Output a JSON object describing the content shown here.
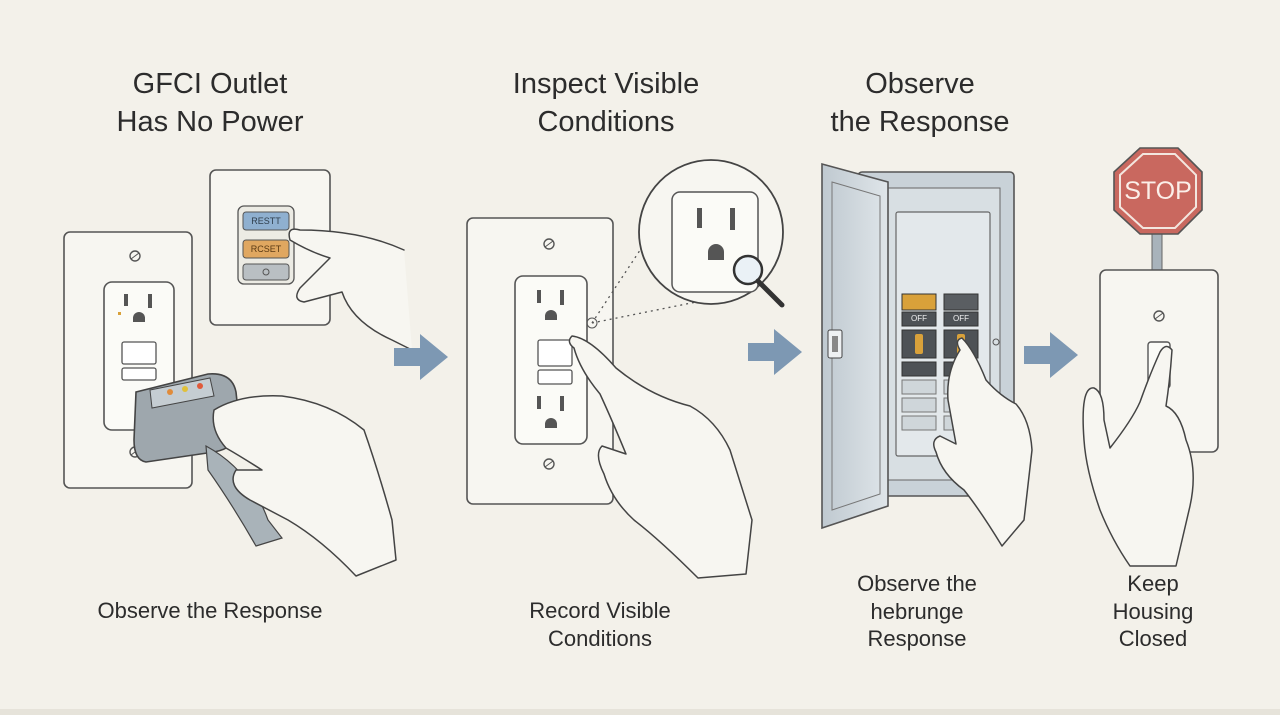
{
  "steps": [
    {
      "title": [
        "GFCI Outlet",
        "Has No Power"
      ],
      "caption": [
        "Observe the Response"
      ],
      "buttons": {
        "test": "RESTT",
        "reset": "RCSET"
      }
    },
    {
      "title": [
        "Inspect Visible",
        "Conditions"
      ],
      "caption": [
        "Record Visible",
        "Conditions"
      ]
    },
    {
      "title": [
        "Observe",
        "the Response"
      ],
      "caption": [
        "Observe the",
        "hebrunge",
        "Response"
      ],
      "breakers": {
        "left": "OFF",
        "right": "OFF"
      }
    },
    {
      "caption": [
        "Keep",
        "Housing",
        "Closed"
      ],
      "sign": "STOP"
    }
  ],
  "colors": {
    "background": "#f3f1ea",
    "arrow": "#7d98b3",
    "stop": "#c9685f",
    "panel": "#c9d2d8",
    "breaker_handle": "#d9a13a",
    "test_button": "#8fb0d0",
    "reset_button": "#e0a760"
  }
}
